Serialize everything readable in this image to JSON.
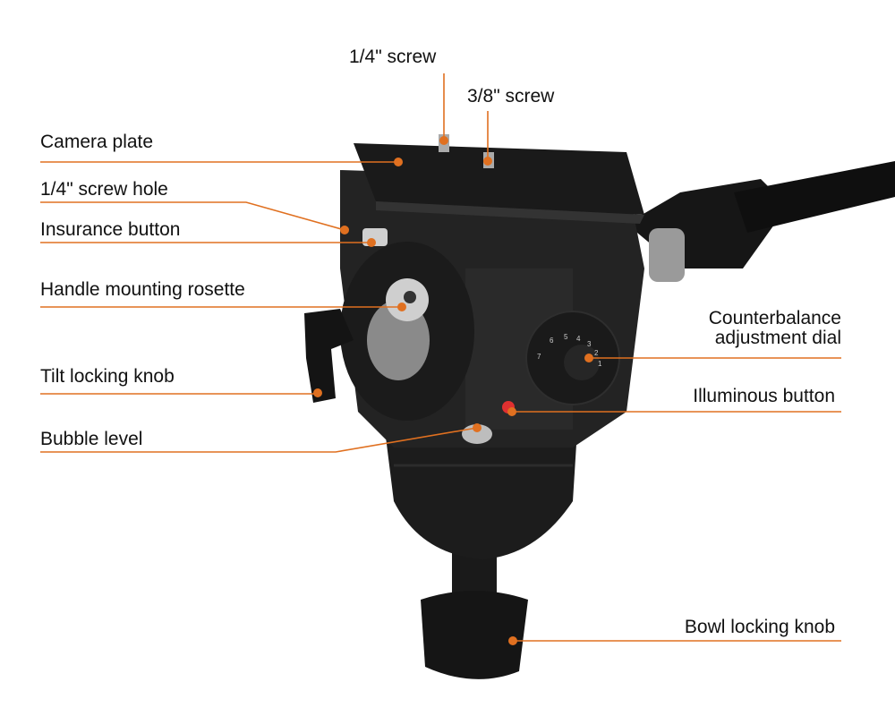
{
  "labels": {
    "screw_quarter": "1/4\" screw",
    "screw_three_eighths": "3/8\" screw",
    "camera_plate": "Camera plate",
    "screw_hole": "1/4\" screw hole",
    "insurance_button": "Insurance button",
    "handle_rosette": "Handle mounting rosette",
    "tilt_knob": "Tilt locking knob",
    "bubble_level": "Bubble level",
    "counterbalance_line1": "Counterbalance",
    "counterbalance_line2": "adjustment dial",
    "illuminous_button": "Illuminous button",
    "bowl_knob": "Bowl locking knob"
  },
  "dial_numbers": [
    "7",
    "6",
    "5",
    "4",
    "3",
    "2",
    "1"
  ],
  "colors": {
    "accent": "#e07020",
    "body": "#1e1e1e",
    "text": "#111111"
  }
}
